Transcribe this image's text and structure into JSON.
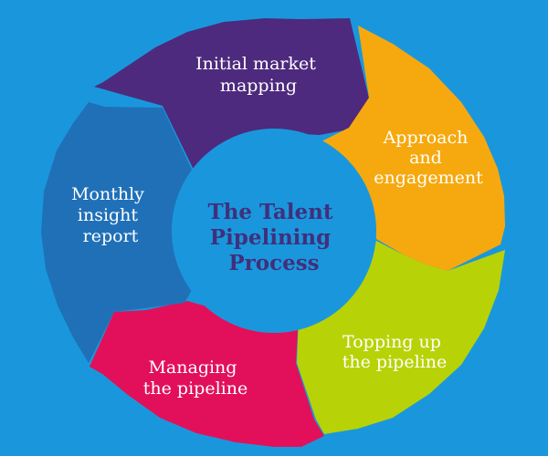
{
  "center": {
    "lines": [
      "The Talent",
      "Pipelining",
      "Process"
    ],
    "color": "#40307c",
    "fill": "#1a97dc"
  },
  "background": "#1a97dc",
  "segments": [
    {
      "id": "initial-market-mapping",
      "lines": [
        "Initial market",
        "mapping"
      ],
      "color": "#4d2a7d"
    },
    {
      "id": "approach-and-engagement",
      "lines": [
        "Approach",
        "and",
        "engagement"
      ],
      "color": "#f6a90e"
    },
    {
      "id": "topping-up-the-pipeline",
      "lines": [
        "Topping up",
        "the pipeline"
      ],
      "color": "#b7d307"
    },
    {
      "id": "managing-the-pipeline",
      "lines": [
        "Managing",
        "the pipeline"
      ],
      "color": "#e2105a"
    },
    {
      "id": "monthly-insight-report",
      "lines": [
        "Monthly",
        "insight",
        "report"
      ],
      "color": "#2070b8"
    }
  ]
}
